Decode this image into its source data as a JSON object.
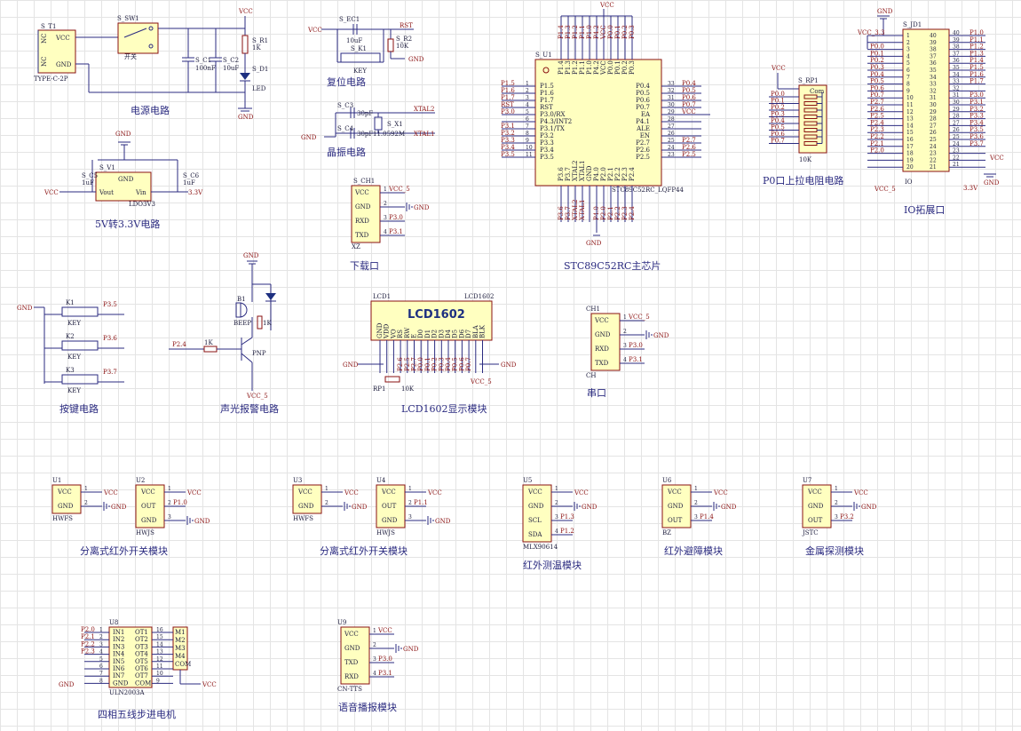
{
  "captions": {
    "power": "电源电路",
    "reset": "复位电路",
    "crystal": "晶振电路",
    "ldo": "5V转3.3V电路",
    "download": "下载口",
    "mcu": "STC89C52RC主芯片",
    "pullup": "P0口上拉电阻电路",
    "io": "IO拓展口",
    "keys": "按键电路",
    "alarm": "声光报警电路",
    "lcd": "LCD1602显示模块",
    "serial": "串口",
    "ir1": "分离式红外开关模块",
    "ir2": "分离式红外开关模块",
    "temp": "红外测温模块",
    "avoid": "红外避障模块",
    "metal": "金属探测模块",
    "stepper": "四相五线步进电机",
    "voice": "语音播报模块"
  },
  "power": {
    "t1": "S_T1",
    "t1_value": "TYPE-C-2P",
    "t1_pins": [
      "VCC",
      "GND"
    ],
    "nc": "NC",
    "sw": "S_SW1",
    "sw_label": "开关",
    "c1": "S_C1",
    "c1_val": "100nF",
    "c2": "S_C2",
    "c2_val": "10uF",
    "r1": "S_R1",
    "r1_val": "1K",
    "d1": "S_D1",
    "d1_val": "LED",
    "vcc": "VCC",
    "gnd": "GND"
  },
  "reset": {
    "ec1": "S_EC1",
    "ec1_val": "10uF",
    "r2": "S_R2",
    "r2_val": "10K",
    "k1": "S_K1",
    "k1_val": "KEY",
    "rst": "RST",
    "vcc": "VCC",
    "gnd": "GND"
  },
  "crystal": {
    "c3": "S_C3",
    "c3_val": "30pF",
    "c4": "S_C4",
    "c4_val": "30pF",
    "x1": "S_X1",
    "x1_val": "11.0592M",
    "xtal2": "XTAL2",
    "xtal1": "XTAL1",
    "gnd": "GND"
  },
  "ldo": {
    "v1": "S_V1",
    "v1_val": "LDO3V3",
    "pins": [
      "GND",
      "Vout",
      "Vin"
    ],
    "c5": "S_C5",
    "c5_val": "1uF",
    "c6": "S_C6",
    "c6_val": "1uF",
    "vcc": "VCC",
    "out": "3.3V",
    "gnd": "GND"
  },
  "download": {
    "des": "S_CH1",
    "val": "XZ",
    "pins": [
      "VCC",
      "GND",
      "RXD",
      "TXD"
    ],
    "nets": [
      "VCC_5",
      "GND",
      "P3.0",
      "P3.1"
    ]
  },
  "mcu": {
    "des": "S_U1",
    "val": "STC89C52RC_LQFP44",
    "vcc": "VCC",
    "gnd": "GND",
    "left": [
      "P1.5",
      "P1.6",
      "P1.7",
      "RST",
      "P3.0/RX",
      "P4.3/INT2",
      "P3.1/TX",
      "P3.2",
      "P3.3",
      "P3.4",
      "P3.5"
    ],
    "left_nets": [
      "P1.5",
      "P1.6",
      "P1.7",
      "RST",
      "P3.0",
      "",
      "P3.1",
      "P3.2",
      "P3.3",
      "P3.4",
      "P3.5"
    ],
    "right": [
      "P0.4",
      "P0.5",
      "P0.6",
      "P0.7",
      "EA",
      "P4.1",
      "ALE",
      "EN",
      "P2.7",
      "P2.6",
      "P2.5"
    ],
    "right_nets": [
      "P0.4",
      "P0.5",
      "P0.6",
      "P0.7",
      "VCC",
      "",
      "",
      "",
      "P2.7",
      "P2.6",
      "P2.5"
    ],
    "top": [
      "P1.4",
      "P1.3",
      "P1.2",
      "P1.1",
      "P1.0",
      "P4.2",
      "VCC",
      "P0.0",
      "P0.1",
      "P0.2",
      "P0.3"
    ],
    "bottom": [
      "P3.6",
      "P3.7",
      "XTAL2",
      "XTAL1",
      "GND",
      "P4.0",
      "P2.0",
      "P2.1",
      "P2.2",
      "P2.3",
      "P2.4"
    ]
  },
  "pullup": {
    "des": "S_RP1",
    "val": "10K",
    "com": "Com",
    "nets": [
      "P0.0",
      "P0.1",
      "P0.2",
      "P0.3",
      "P0.4",
      "P0.5",
      "P0.6",
      "P0.7"
    ],
    "vcc": "VCC"
  },
  "io": {
    "des": "S_JD1",
    "val": "IO",
    "gnd": "GND",
    "vcc33": "VCC_3.3",
    "vcc5": "VCC_5",
    "v33": "3.3V",
    "vcc": "VCC",
    "left": [
      "",
      "",
      "P0.0",
      "P0.1",
      "P0.2",
      "P0.3",
      "P0.4",
      "P0.5",
      "P0.6",
      "P0.7",
      "P2.7",
      "P2.6",
      "P2.5",
      "P2.4",
      "P2.3",
      "P2.2",
      "P2.1",
      "P2.0",
      "",
      ""
    ],
    "right": [
      "P1.0",
      "P1.1",
      "P1.2",
      "P1.3",
      "P1.4",
      "P1.5",
      "P1.6",
      "P1.7",
      "",
      "P3.0",
      "P3.1",
      "P3.2",
      "P3.3",
      "P3.4",
      "P3.5",
      "P3.6",
      "P3.7",
      "",
      "",
      ""
    ]
  },
  "keys": {
    "gnd": "GND",
    "k": [
      "K1",
      "K2",
      "K3"
    ],
    "val": "KEY",
    "nets": [
      "P3.5",
      "P3.6",
      "P3.7"
    ]
  },
  "alarm": {
    "gnd": "GND",
    "b1": "B1",
    "b1_val": "BEEP",
    "r": "1K",
    "q": "PNP",
    "net": "P2.4",
    "vcc": "VCC_5",
    "r_label": "1K"
  },
  "lcd": {
    "des": "LCD1",
    "val": "LCD1602",
    "title": "LCD1602",
    "pins": [
      "GND",
      "VDD",
      "VO",
      "RS",
      "RW",
      "E",
      "D0",
      "D1",
      "D2",
      "D3",
      "D4",
      "D5",
      "D6",
      "D7",
      "BLA",
      "BLK"
    ],
    "rp": "RP1",
    "rp_val": "10K",
    "gnd": "GND",
    "vcc": "VCC_5",
    "nets": [
      "",
      "",
      "",
      "P2.6",
      "P2.5",
      "P2.7",
      "P0.0",
      "P0.1",
      "P0.2",
      "P0.3",
      "P0.4",
      "P0.5",
      "P0.6",
      "P0.7",
      "",
      ""
    ]
  },
  "serial": {
    "des": "CH1",
    "val": "CH",
    "pins": [
      "VCC",
      "GND",
      "RXD",
      "TXD"
    ],
    "nets": [
      "VCC_5",
      "GND",
      "P3.0",
      "P3.1"
    ]
  },
  "u1": {
    "des": "U1",
    "val": "HWFS",
    "pins": [
      "VCC",
      "GND"
    ],
    "nets": [
      "VCC",
      "GND"
    ]
  },
  "u2": {
    "des": "U2",
    "val": "HWJS",
    "pins": [
      "VCC",
      "OUT",
      "GND"
    ],
    "nets": [
      "VCC",
      "P1.0",
      "GND"
    ]
  },
  "u3": {
    "des": "U3",
    "val": "HWFS",
    "pins": [
      "VCC",
      "GND"
    ],
    "nets": [
      "VCC",
      "GND"
    ]
  },
  "u4": {
    "des": "U4",
    "val": "HWJS",
    "pins": [
      "VCC",
      "OUT",
      "GND"
    ],
    "nets": [
      "VCC",
      "P1.1",
      "GND"
    ]
  },
  "u5": {
    "des": "U5",
    "val": "MLX90614",
    "pins": [
      "VCC",
      "GND",
      "SCL",
      "SDA"
    ],
    "nets": [
      "VCC",
      "GND",
      "P1.3",
      "P1.2"
    ]
  },
  "u6": {
    "des": "U6",
    "val": "BZ",
    "pins": [
      "VCC",
      "GND",
      "OUT"
    ],
    "nets": [
      "VCC",
      "GND",
      "P1.4"
    ]
  },
  "u7": {
    "des": "U7",
    "val": "JSTC",
    "pins": [
      "VCC",
      "GND",
      "OUT"
    ],
    "nets": [
      "VCC",
      "GND",
      "P3.2"
    ]
  },
  "u8": {
    "des": "U8",
    "val": "ULN2003A",
    "in": [
      "IN1",
      "IN2",
      "IN3",
      "IN4",
      "IN5",
      "IN6",
      "IN7",
      "GND"
    ],
    "out": [
      "OT1",
      "OT2",
      "OT3",
      "OT4",
      "OT5",
      "OT6",
      "OT7",
      "COM"
    ],
    "nets": [
      "P2.0",
      "P2.1",
      "P2.2",
      "P2.3"
    ],
    "motor": [
      "M1",
      "M2",
      "M3",
      "M4",
      "COM"
    ],
    "gnd": "GND",
    "vcc": "VCC"
  },
  "u9": {
    "des": "U9",
    "val": "CN-TTS",
    "pins": [
      "VCC",
      "GND",
      "TXD",
      "RXD"
    ],
    "nets": [
      "VCC",
      "GND",
      "P3.0",
      "P3.1"
    ]
  }
}
